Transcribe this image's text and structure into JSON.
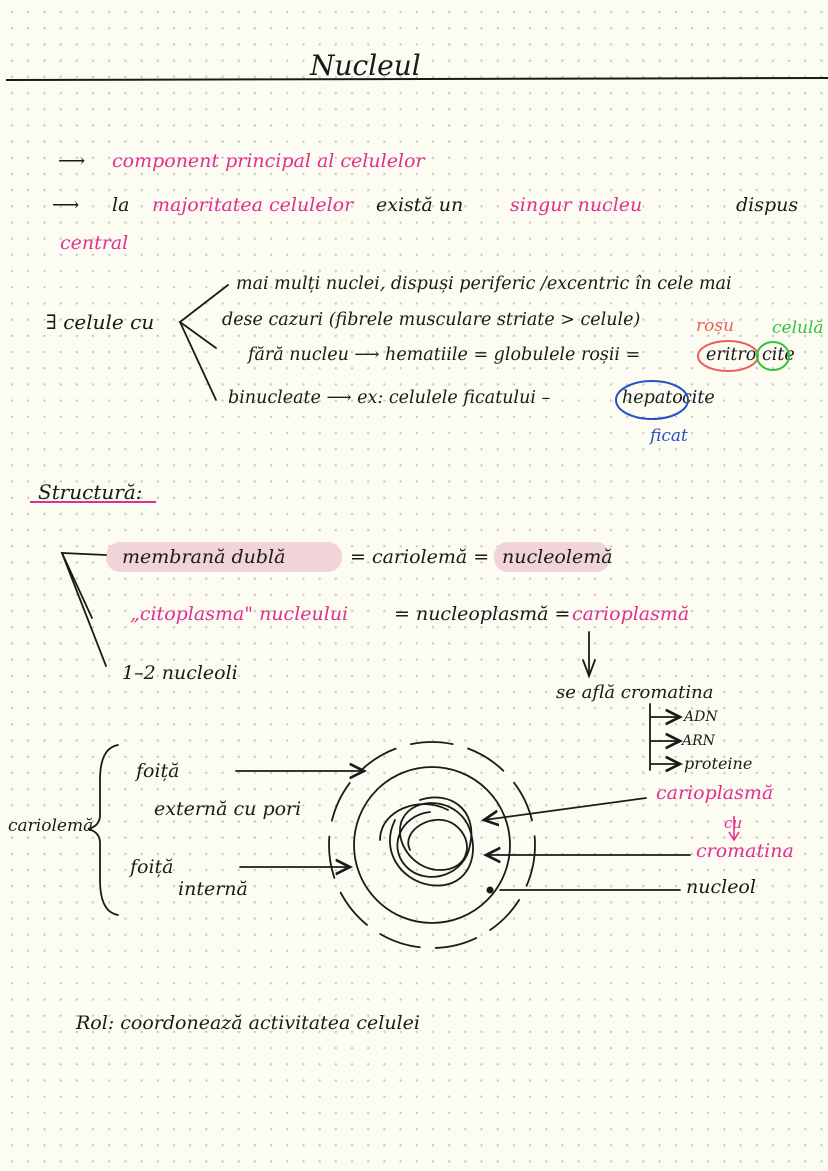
{
  "title": "Nucleul",
  "bullets": {
    "b1": "component principal al celulelor",
    "b2_a": "la",
    "b2_b": "majoritatea celulelor",
    "b2_c": "există un",
    "b2_d": "singur nucleu",
    "b2_e": "dispus",
    "b2_f": "central"
  },
  "cells": {
    "label": "∃ celule cu",
    "l1": "mai mulți nuclei, dispuși periferic /excentric în cele mai",
    "l2": "dese cazuri (fibrele musculare striate > celule)",
    "l3_a": "fără nucleu ⟶ hematiile = globulele roșii =",
    "l3_b": "eritro",
    "l3_c": "cite",
    "rosu": "roșu",
    "celula": "celulă",
    "l4_a": "binucleate ⟶ ex: celulele ficatului –",
    "l4_b": "hepato",
    "l4_c": "cite",
    "ficat": "ficat"
  },
  "structura": {
    "heading": "Structură:",
    "r1_a": "membrană dublă",
    "r1_b": "= cariolemă =",
    "r1_c": "nucleolemă",
    "r2_a": "„citoplasma\" nucleului",
    "r2_b": "= nucleoplasmă =",
    "r2_c": "carioplasmă",
    "r3": "1–2 nucleoli",
    "se_afla": "se află cromatina",
    "adn": "ADN",
    "arn": "ARN",
    "proteine": "proteine"
  },
  "diagram": {
    "cariolema": "cariolemă",
    "foita1": "foiță",
    "externa": "externă cu pori",
    "foita2": "foiță",
    "interna": "internă",
    "carioplasma": "carioplasmă",
    "cu": "cu",
    "cromatina": "cromatina",
    "nucleol": "nucleol"
  },
  "rol": "Rol: coordonează activitatea celulei"
}
